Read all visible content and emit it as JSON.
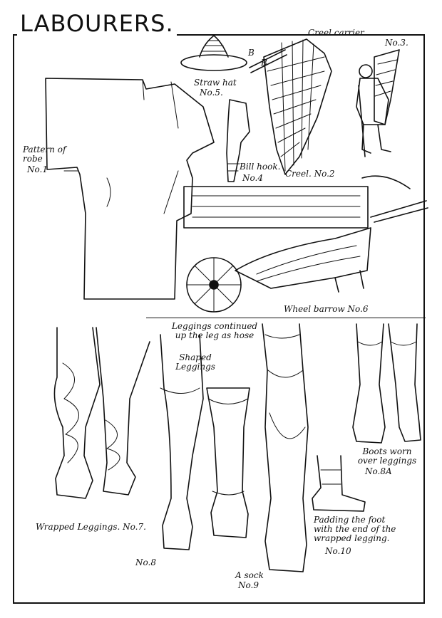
{
  "title": "LABOURERS.",
  "labels": {
    "creel_carrier": "Creel carrier",
    "creel_carrier_no": "No.3.",
    "straw_hat": "Straw hat",
    "straw_hat_no": "No.5.",
    "pattern_of_robe": "Pattern of robe",
    "pattern_of_robe_no": "No.1",
    "bill_hook": "Bill hook.",
    "bill_hook_no": "No.4",
    "creel": "Creel. No.2",
    "creel_b1": "B",
    "creel_b2": "B",
    "wheel_barrow": "Wheel barrow No.6",
    "leggings_continued": "Leggings continued up the leg as hose",
    "shaped_leggings": "Shaped Leggings",
    "boots_worn": "Boots worn over leggings",
    "boots_worn_no": "No.8A",
    "wrapped_leggings": "Wrapped Leggings. No.7.",
    "no8": "No.8",
    "padding_foot": "Padding the foot with the end of the wrapped legging.",
    "padding_foot_no": "No.10",
    "a_sock": "A sock",
    "a_sock_no": "No.9"
  }
}
